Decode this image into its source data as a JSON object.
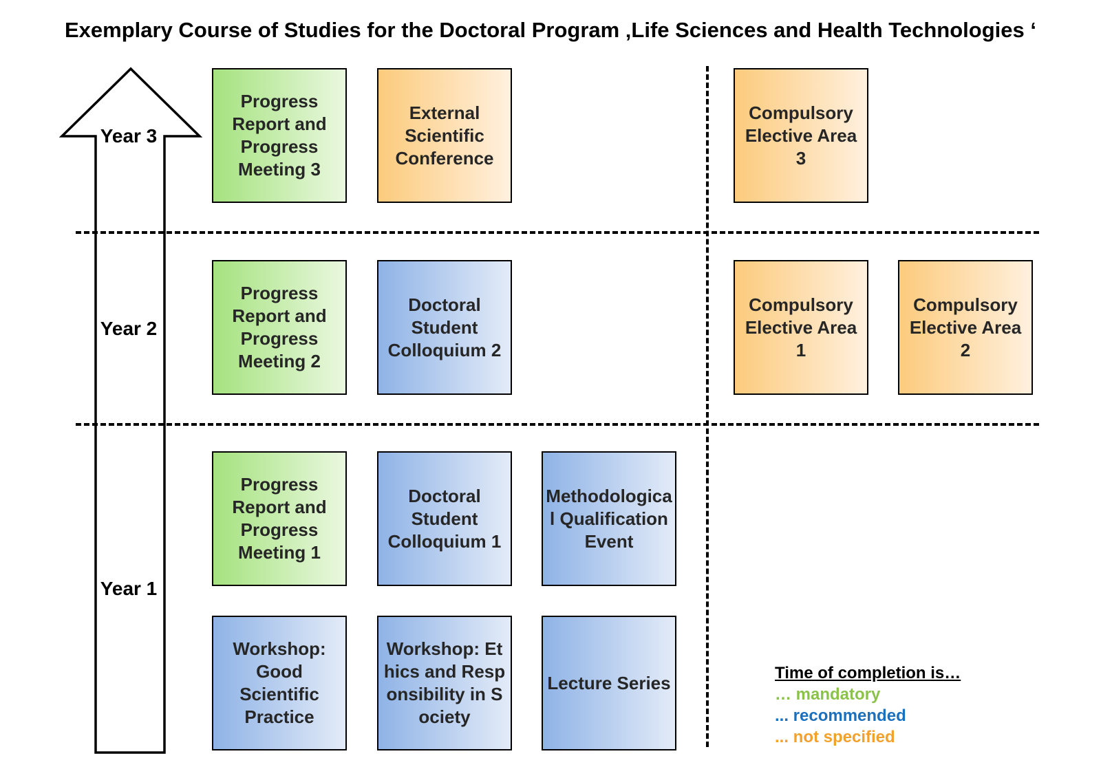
{
  "title": "Exemplary Course of Studies for the Doctoral Program ‚Life Sciences and Health Technologies ‘",
  "years": [
    "Year 3",
    "Year 2",
    "Year 1"
  ],
  "colors": {
    "mandatory": "#8bc34a",
    "recommended": "#1a70bd",
    "not_specified": "#f2a22c"
  },
  "boxes": {
    "y3_progress": "Progress Report and Progress Meeting 3",
    "y3_conference": "External Scientific Conference",
    "y3_elective3": "Compulsory Elective Area 3",
    "y2_progress": "Progress Report and Progress Meeting 2",
    "y2_colloquium": "Doctoral Student Colloquium 2",
    "y2_elective1": "Compulsory Elective Area 1",
    "y2_elective2": "Compulsory Elective Area 2",
    "y1_progress": "Progress Report and Progress Meeting 1",
    "y1_colloquium": "Doctoral Student Colloquium 1",
    "y1_methodological": "Methodological Qualification Event",
    "y1_workshop_gsp": "Workshop: Good Scientific Practice",
    "y1_workshop_ethics": "Workshop: Ethics and Responsibility in Society",
    "y1_lecture": "Lecture Series"
  },
  "legend": {
    "heading": "Time of completion is…",
    "mandatory": "… mandatory",
    "recommended": "... recommended",
    "not_specified": "... not specified"
  }
}
